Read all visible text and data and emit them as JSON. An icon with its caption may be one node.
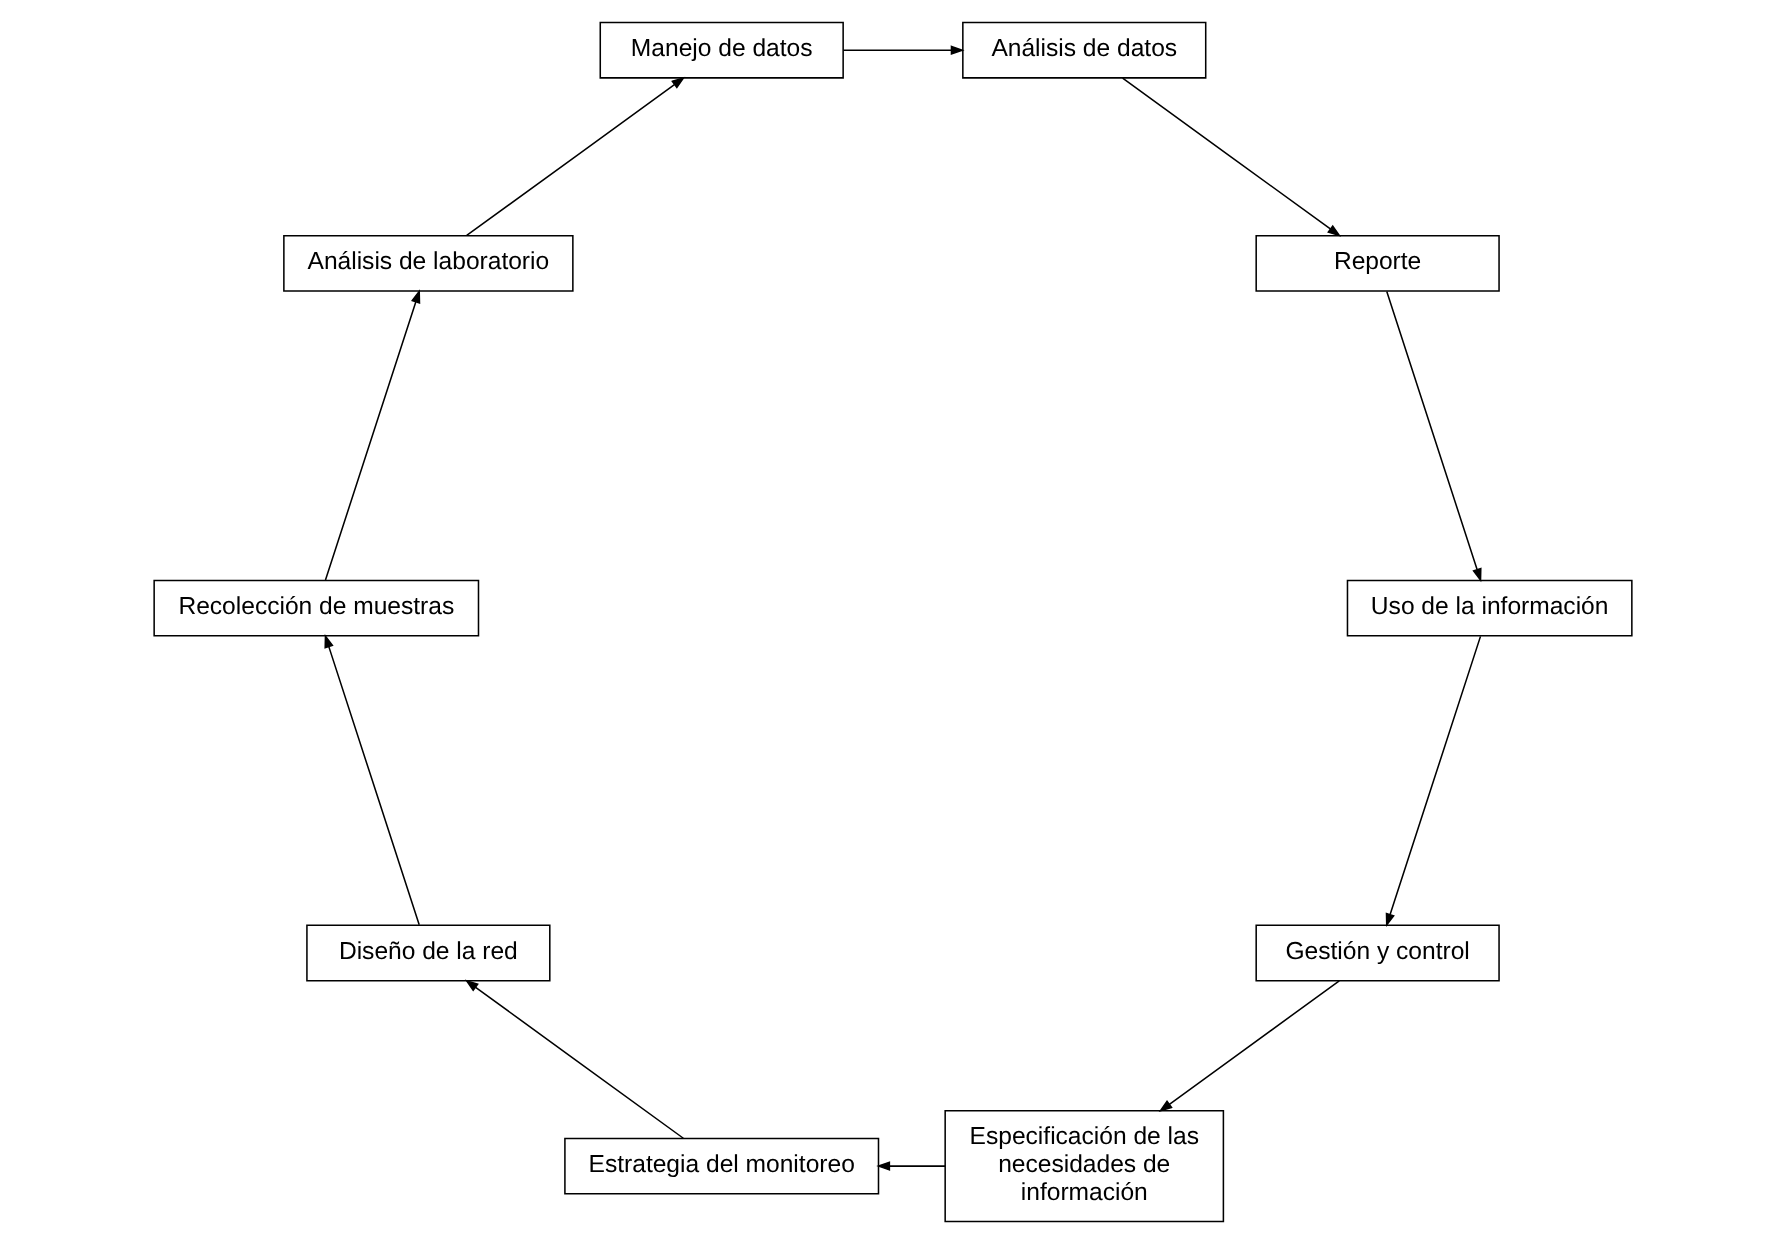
{
  "diagram": {
    "nodes": [
      {
        "text": [
          "Gestión y control"
        ]
      },
      {
        "text": [
          "Especificación de las necesidades de información"
        ]
      },
      {
        "text": [
          "Estrategia del monitoreo"
        ]
      },
      {
        "text": [
          "Diseño de la red"
        ]
      },
      {
        "text": [
          "Recolección de muestras"
        ]
      },
      {
        "text": [
          "Análisis de laboratorio"
        ]
      },
      {
        "text": [
          "Manejo de datos"
        ]
      },
      {
        "text": [
          "Análisis de datos"
        ]
      },
      {
        "text": [
          "Reporte"
        ]
      },
      {
        "text": [
          "Uso de la información"
        ]
      }
    ],
    "edges": [
      {
        "from": 0,
        "to": 1,
        "arrow": "to"
      },
      {
        "from": 1,
        "to": 2,
        "arrow": "to"
      },
      {
        "from": 2,
        "to": 3,
        "arrow": "to"
      },
      {
        "from": 3,
        "to": 4,
        "arrow": "to"
      },
      {
        "from": 4,
        "to": 5,
        "arrow": "to"
      },
      {
        "from": 5,
        "to": 6,
        "arrow": "to"
      },
      {
        "from": 6,
        "to": 7,
        "arrow": "to"
      },
      {
        "from": 7,
        "to": 8,
        "arrow": "to"
      },
      {
        "from": 8,
        "to": 9,
        "arrow": "to"
      },
      {
        "from": 9,
        "to": 0,
        "arrow": "to"
      }
    ]
  }
}
